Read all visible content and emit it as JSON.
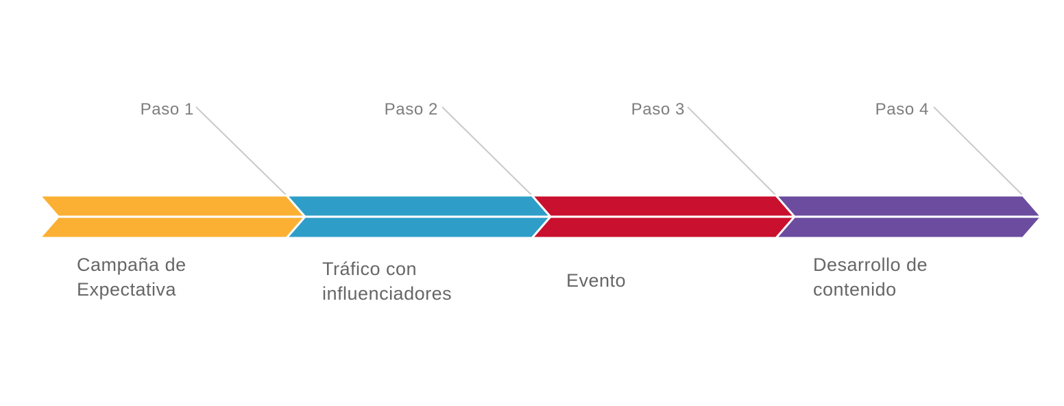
{
  "diagram": {
    "type": "process-arrow-timeline",
    "background_color": "#ffffff",
    "connector_line_color": "#c9c9c9",
    "divider_line_color": "#ffffff",
    "step_label_color": "#7d7d7d",
    "title_color": "#666666",
    "steps": [
      {
        "step_label": "Paso 1",
        "title": "Campaña de\nExpectativa",
        "color": "#FBB034"
      },
      {
        "step_label": "Paso 2",
        "title": "Tráfico con\ninfluenciadores",
        "color": "#2E9EC9"
      },
      {
        "step_label": "Paso 3",
        "title": "Evento",
        "color": "#C9102E"
      },
      {
        "step_label": "Paso 4",
        "title": "Desarrollo de\ncontenido",
        "color": "#6B4C9F"
      }
    ]
  }
}
